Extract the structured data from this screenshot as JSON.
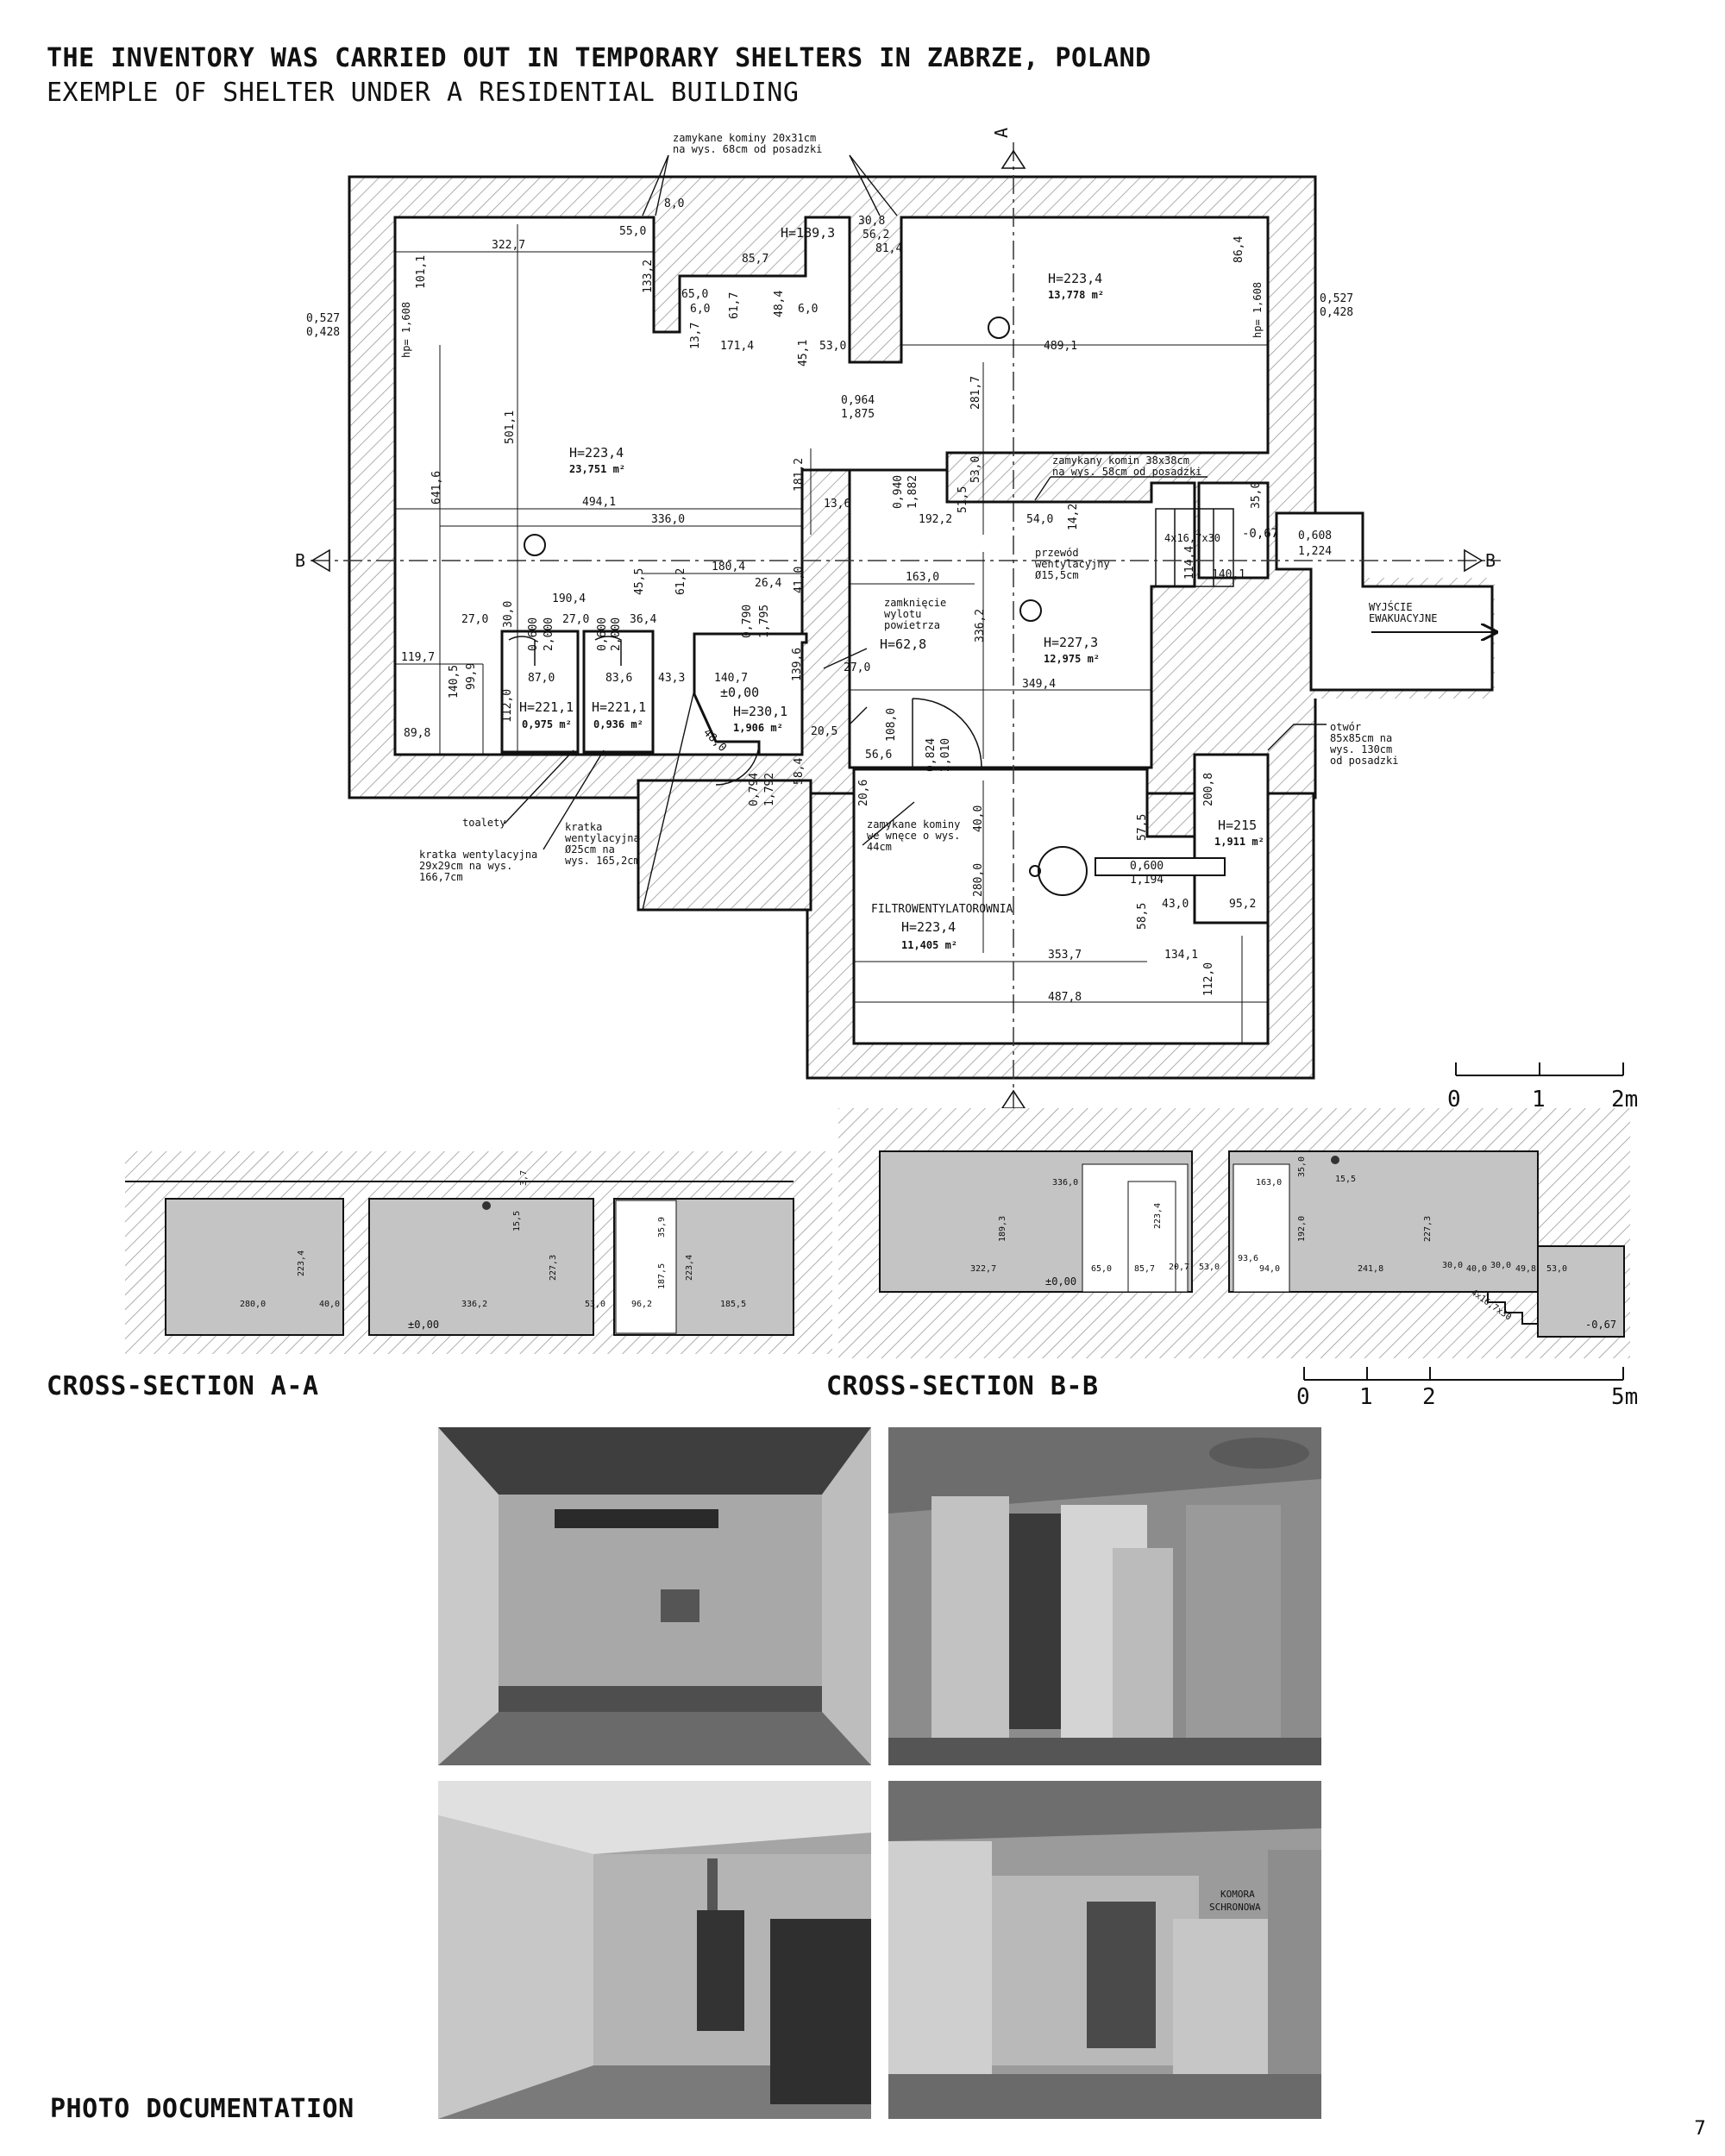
{
  "header": {
    "title": "THE INVENTORY WAS CARRIED OUT IN TEMPORARY SHELTERS IN ZABRZE, POLAND",
    "subtitle": "EXEMPLE OF SHELTER UNDER A RESIDENTIAL BUILDING"
  },
  "plan": {
    "section_marks": {
      "a": "A",
      "b": "B"
    },
    "rooms": {
      "main_left": {
        "height": "H=223,4",
        "area": "23,751 m²"
      },
      "upper_right": {
        "height": "H=223,4",
        "area": "13,778 m²"
      },
      "upper_niche": {
        "height": "H=189,3"
      },
      "toilet_1": {
        "height": "H=221,1",
        "area": "0,975 m²"
      },
      "toilet_2": {
        "height": "H=221,1",
        "area": "0,936 m²"
      },
      "entry": {
        "height": "H=230,1",
        "area": "1,906 m²"
      },
      "middle": {
        "height": "H=227,3",
        "area": "12,975 m²"
      },
      "airlock": {
        "height": "H=62,8"
      },
      "small_right": {
        "height": "H=215",
        "area": "1,911 m²"
      },
      "filter_room": {
        "name": "FILTROWENTYLATOROWNIA",
        "height": "H=223,4",
        "area": "11,405 m²"
      },
      "zero_level": "±0,00"
    },
    "annotations": {
      "chimneys_top_1": "zamykane kominy 20x31cm",
      "chimneys_top_2": "na wys. 68cm od posadzki",
      "chimney_right_1": "zamykany komin 38x38cm",
      "chimney_right_2": "na wys. 58cm od posadzki",
      "duct_1": "przewód",
      "duct_2": "wentylacyjny",
      "duct_3": "Ø15,5cm",
      "exhaust_1": "zamknięcie",
      "exhaust_2": "wylotu",
      "exhaust_3": "powietrza",
      "exit_1": "WYJŚCIE",
      "exit_2": "EWAKUACYJNE",
      "opening_1": "otwór",
      "opening_2": "85x85cm na",
      "opening_3": "wys. 130cm",
      "opening_4": "od posadzki",
      "toilets": "toalety",
      "grate_1_1": "kratka wentylacyjna",
      "grate_1_2": "29x29cm na wys.",
      "grate_1_3": "166,7cm",
      "grate_2_1": "kratka",
      "grate_2_2": "wentylacyjna",
      "grate_2_3": "Ø25cm na",
      "grate_2_4": "wys. 165,2cm",
      "niche_chimneys_1": "zamykane kominy",
      "niche_chimneys_2": "we wnęce o wys.",
      "niche_chimneys_3": "44cm",
      "stairs": "4x16,7x30",
      "level_minus": "-0,67"
    },
    "dimensions": {
      "d322_7": "322,7",
      "d55_0": "55,0",
      "d8_0": "8,0",
      "d30_8": "30,8",
      "d56_2": "56,2",
      "d81_4": "81,4",
      "d85_7": "85,7",
      "d133_2": "133,2",
      "d65_0": "65,0",
      "d6_0a": "6,0",
      "d6_0b": "6,0",
      "d61_7": "61,7",
      "d48_4": "48,4",
      "d13_7": "13,7",
      "d171_4": "171,4",
      "d45_1": "45,1",
      "d53_0": "53,0",
      "d489_1": "489,1",
      "d86_4": "86,4",
      "d101_1": "101,1",
      "hp1": "hp= 1,608",
      "hp2": "hp= 1,608",
      "w0527": "0,527",
      "w0428": "0,428",
      "w0964": "0,964",
      "w1875": "1,875",
      "d501_1": "501,1",
      "d641_6": "641,6",
      "d494_1": "494,1",
      "d336_0": "336,0",
      "d181_2": "181,2",
      "d13_6": "13,6",
      "w0940": "0,940",
      "w1882": "1,882",
      "d281_7": "281,7",
      "d53_0b": "53,0",
      "d192_2": "192,2",
      "d51_5": "51,5",
      "d54_0": "54,0",
      "d14_2": "14,2",
      "d35_0": "35,0",
      "w0608": "0,608",
      "w1224": "1,224",
      "d140_1": "140,1",
      "d114_4": "114,4",
      "d180_4": "180,4",
      "d163_0": "163,0",
      "d190_4": "190,4",
      "d45_5": "45,5",
      "d61_2": "61,2",
      "d26_4": "26,4",
      "d41_0": "41,0",
      "d27_0a": "27,0",
      "d30_0": "30,0",
      "d27_0b": "27,0",
      "d36_4": "36,4",
      "w0600a": "0,600",
      "w2000a": "2,000",
      "w0600b": "0,600",
      "w2000b": "2,000",
      "w0790": "0,790",
      "w1795": "1,795",
      "d336_2": "336,2",
      "d119_7": "119,7",
      "d87_0": "87,0",
      "d83_6": "83,6",
      "d43_3": "43,3",
      "d140_7": "140,7",
      "d139_6": "139,6",
      "d27_0c": "27,0",
      "d349_4": "349,4",
      "d140_5": "140,5",
      "d99_9": "99,9",
      "d112_0": "112,0",
      "d89_8": "89,8",
      "d48_0": "48,0",
      "d20_5": "20,5",
      "d58_4": "58,4",
      "d56_6": "56,6",
      "d108_0": "108,0",
      "w0824": "0,824",
      "w2010": "2,010",
      "w0794": "0,794",
      "w1792": "1,792",
      "d20_6": "20,6",
      "d40_0": "40,0",
      "d280_0": "280,0",
      "d200_8": "200,8",
      "d57_5": "57,5",
      "w0600c": "0,600",
      "w1194": "1,194",
      "d58_5": "58,5",
      "d43_0": "43,0",
      "d95_2": "95,2",
      "d353_7": "353,7",
      "d134_1": "134,1",
      "d112_0b": "112,0",
      "d487_8": "487,8"
    },
    "scale_labels": [
      "0",
      "1",
      "2m"
    ]
  },
  "sections": {
    "aa_label": "CROSS-SECTION A-A",
    "bb_label": "CROSS-SECTION B-B",
    "aa_dims": [
      "280,0",
      "40,0",
      "223,4",
      "15,5",
      "3,7",
      "336,2",
      "227,3",
      "53,0",
      "96,2",
      "187,5",
      "35,9",
      "223,4",
      "185,5",
      "±0,00"
    ],
    "bb_dims": [
      "336,0",
      "189,3",
      "322,7",
      "65,0",
      "85,7",
      "20,7",
      "53,0",
      "223,4",
      "±0,00",
      "163,0",
      "35,0",
      "15,5",
      "192,0",
      "93,6",
      "94,0",
      "241,8",
      "227,3",
      "30,0",
      "40,0",
      "30,0",
      "49,8",
      "53,0",
      "4x16,7x30",
      "-0,67"
    ],
    "scale_labels": [
      "0",
      "1",
      "2",
      "5m"
    ]
  },
  "photos": {
    "label": "PHOTO DOCUMENTATION",
    "sign_1": "KOMORA",
    "sign_2": "SCHRONOWA"
  },
  "page_number": "7"
}
